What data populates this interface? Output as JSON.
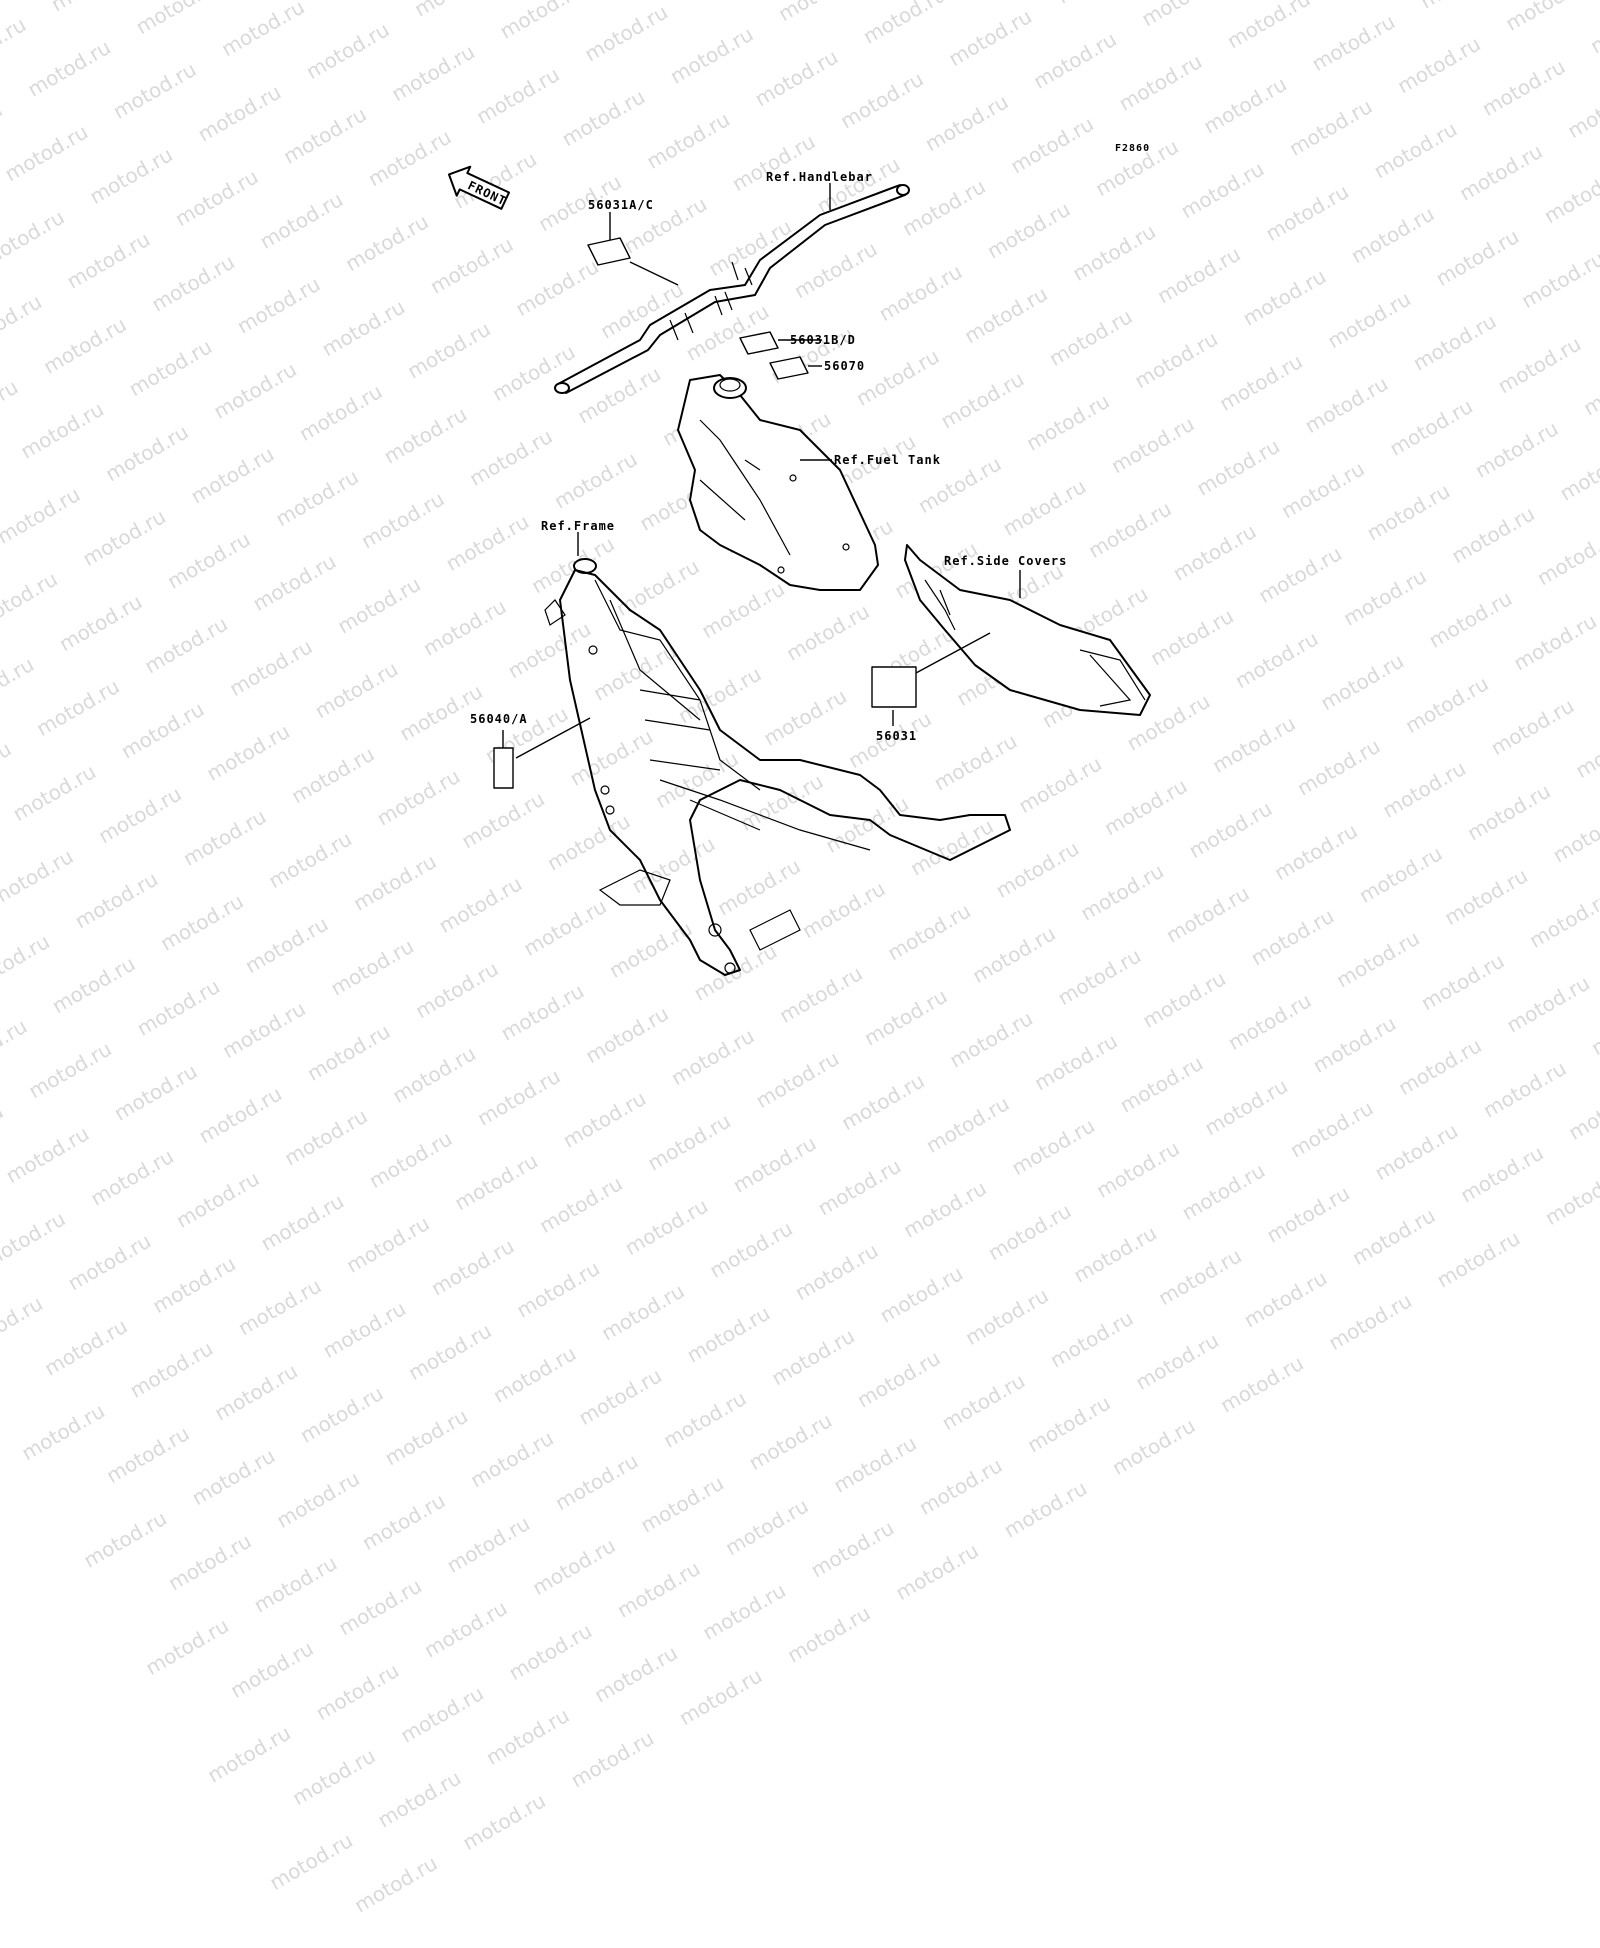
{
  "watermark": "motod.ru",
  "diagram_code": "F2860",
  "front_arrow_label": "FRONT",
  "callouts": {
    "handlebar": "Ref.Handlebar",
    "decal_56031ac": "56031A/C",
    "decal_56031bd": "56031B/D",
    "decal_56070": "56070",
    "fuel_tank": "Ref.Fuel Tank",
    "frame": "Ref.Frame",
    "side_covers": "Ref.Side Covers",
    "decal_56040a": "56040/A",
    "decal_56031": "56031"
  }
}
